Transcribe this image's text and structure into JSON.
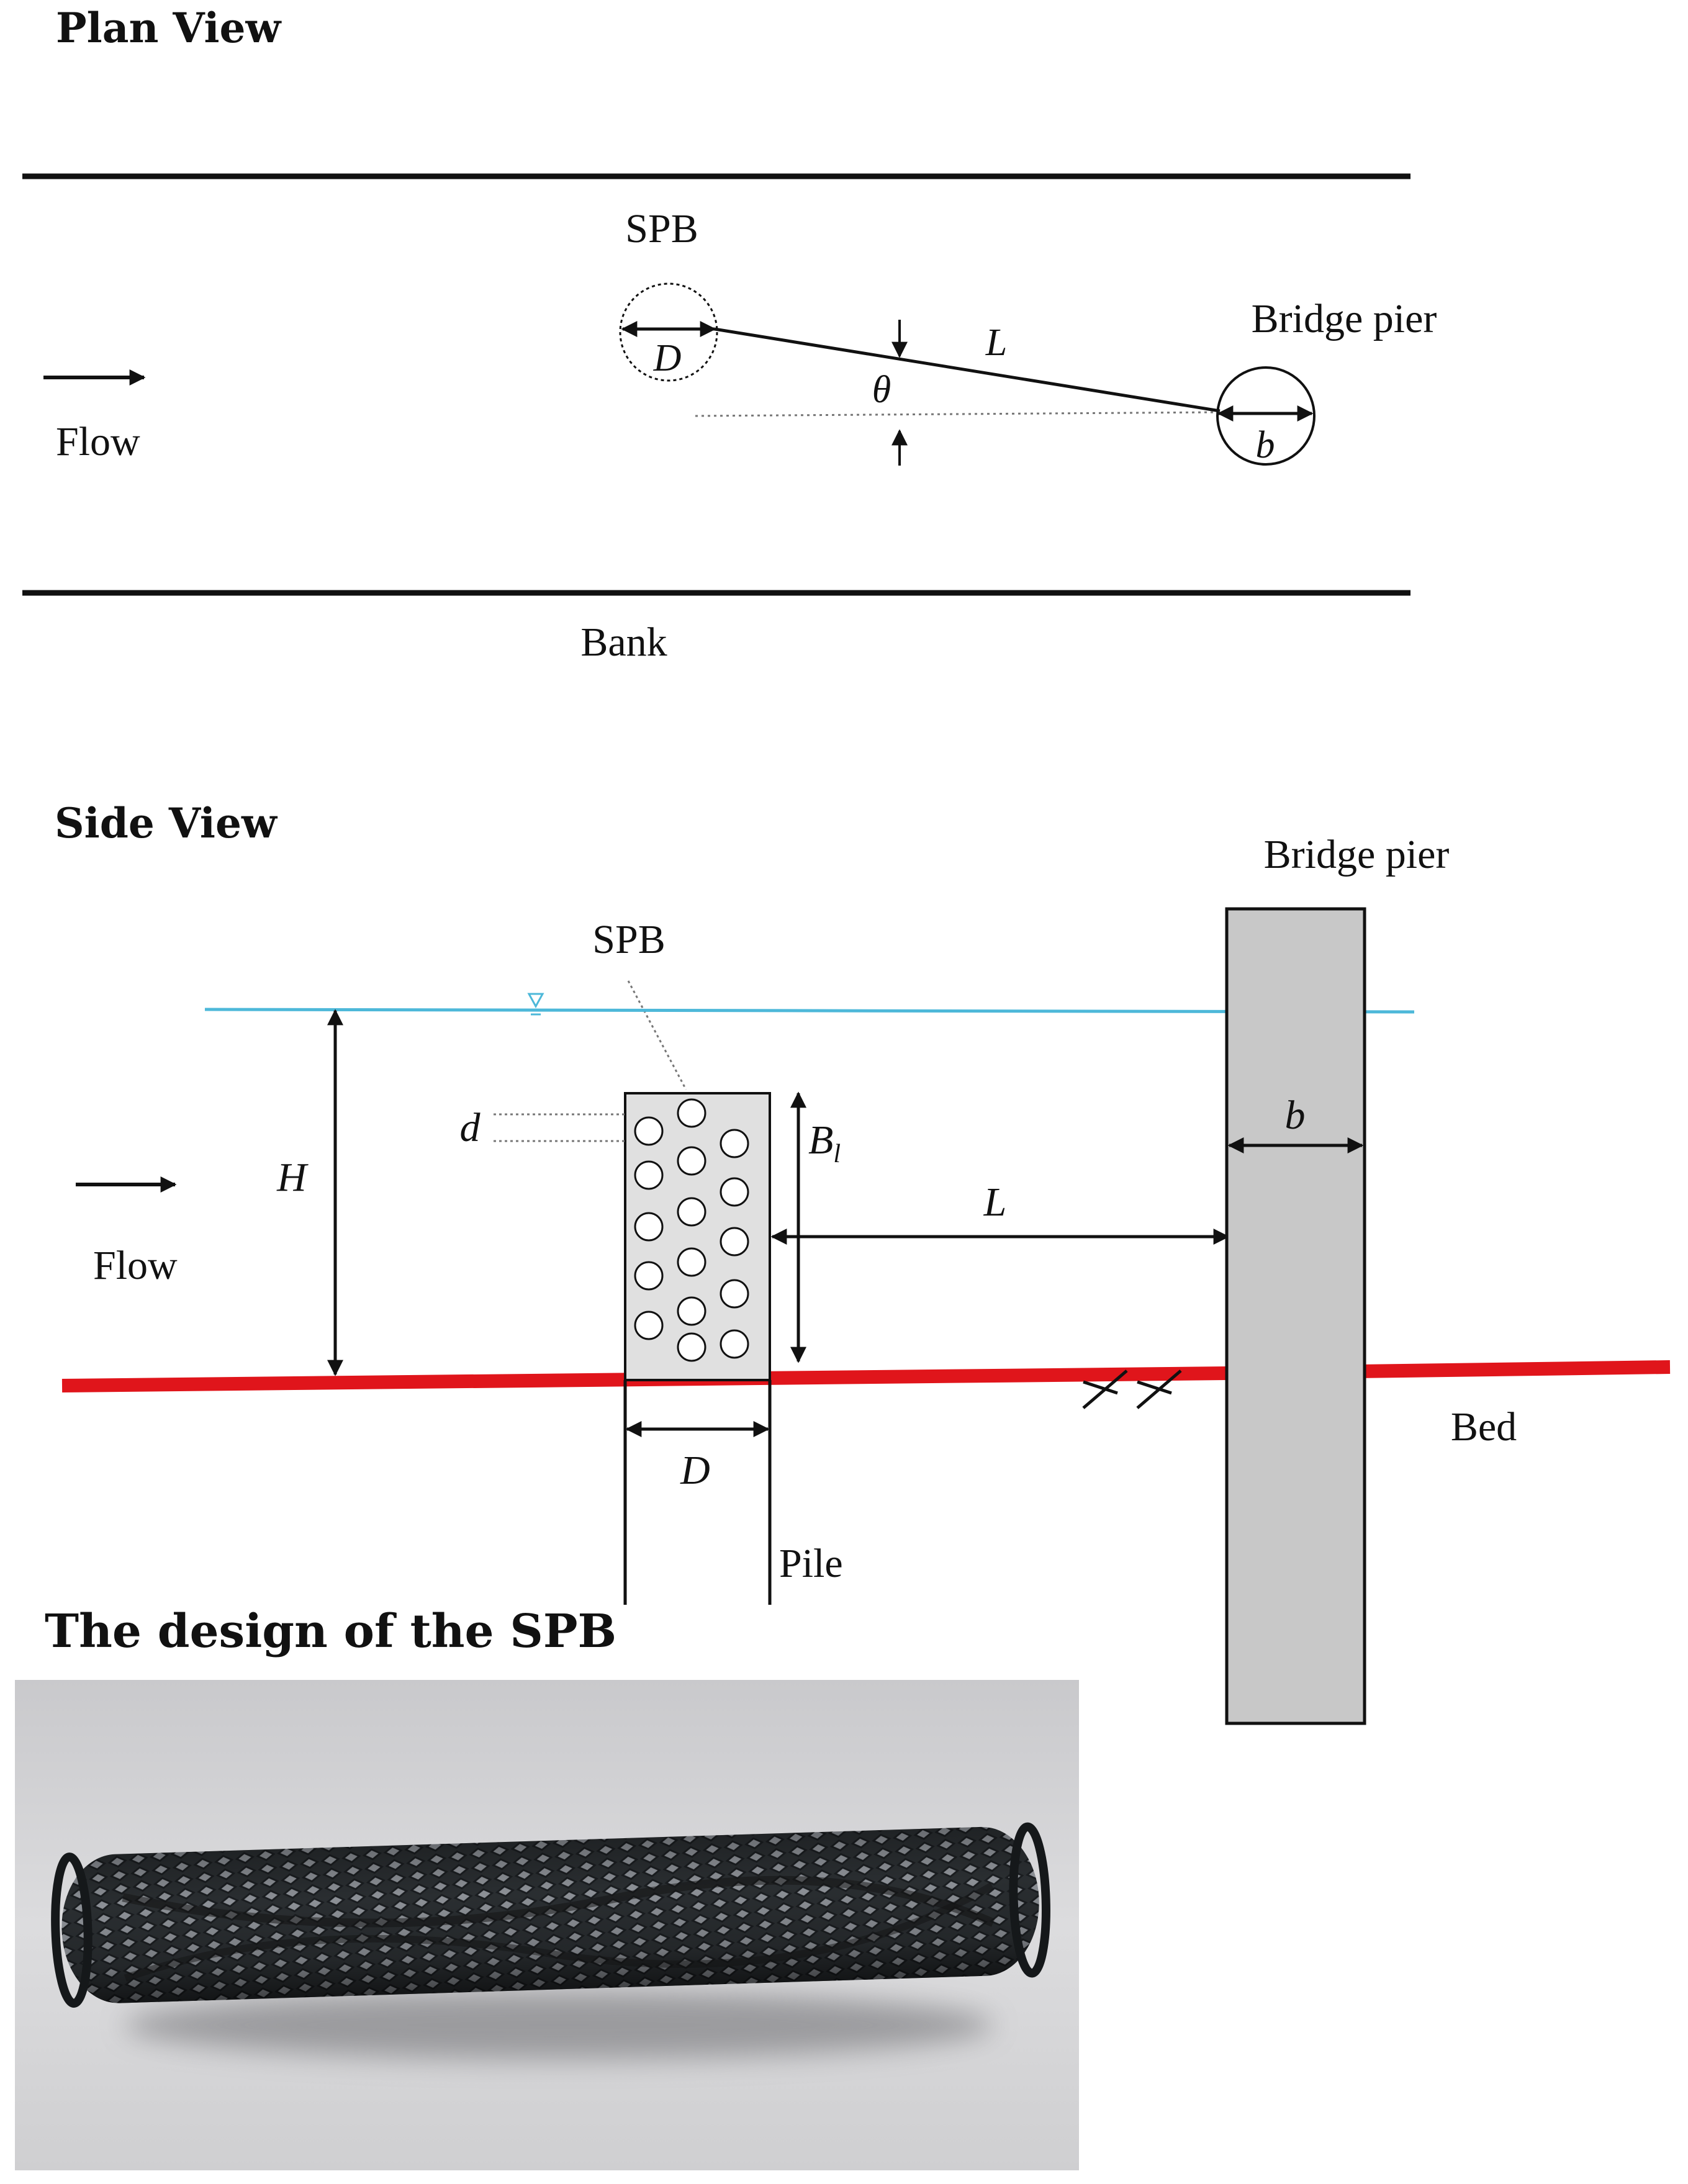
{
  "plan": {
    "title": "Plan View",
    "spb": "SPB",
    "pier": "Bridge pier",
    "flow": "Flow",
    "bank": "Bank",
    "sym_D": "D",
    "sym_L": "L",
    "sym_theta": "θ",
    "sym_b": "b"
  },
  "side": {
    "title": "Side View",
    "spb": "SPB",
    "pier": "Bridge pier",
    "flow": "Flow",
    "bed": "Bed",
    "pile": "Pile",
    "sym_d": "d",
    "sym_H": "H",
    "sym_B": "B",
    "sym_B_sub": "l",
    "sym_L": "L",
    "sym_b": "b",
    "sym_D": "D"
  },
  "photo": {
    "title": "The design of the SPB"
  },
  "colors": {
    "water": "#4db8d9",
    "bed": "#e0151b",
    "pier_fill": "#c8c8c8",
    "spb_fill": "#e0e0e0",
    "photo_bg": "#d3d3d5",
    "mesh": "#1f2326"
  }
}
